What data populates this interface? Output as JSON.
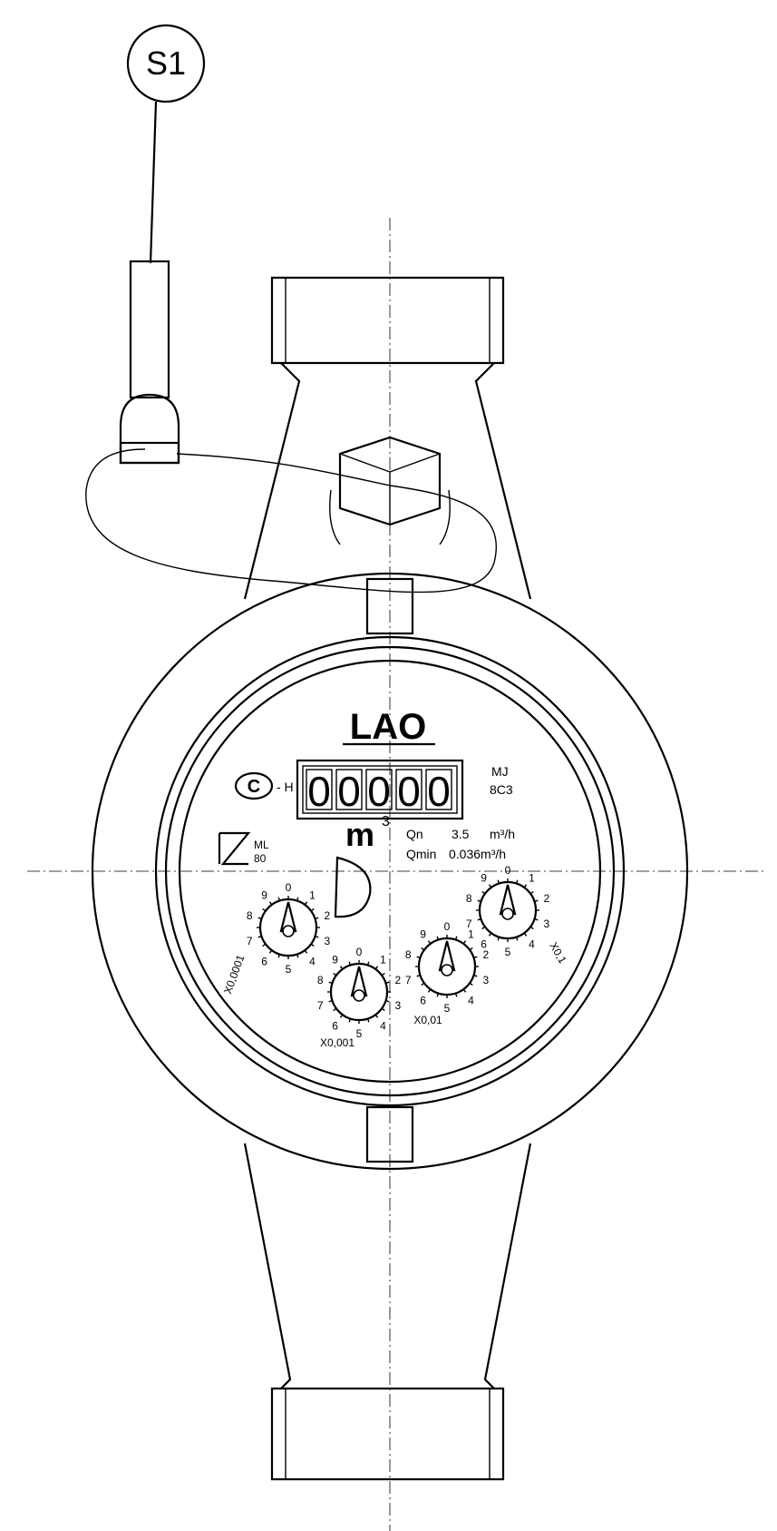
{
  "callout": {
    "label": "S1"
  },
  "meter": {
    "brand": "LAO",
    "counter_digits": [
      "0",
      "0",
      "0",
      "0",
      "0"
    ],
    "cert_mark": "C",
    "cert_suffix": "- H",
    "class_top": "MJ",
    "class_bottom": "8C3",
    "unit": "m",
    "unit_exp": "3",
    "qn_label": "Qn",
    "qn_value": "3.5",
    "qn_unit": "m³/h",
    "qmin_label": "Qmin",
    "qmin_value": "0.036m³/h",
    "approval_code_top": "ML",
    "approval_code_bottom": "80"
  },
  "dials": [
    {
      "id": "x0001",
      "multiplier": "X0,001",
      "numbers": [
        "0",
        "1",
        "2",
        "3",
        "4",
        "5",
        "6",
        "7",
        "8",
        "9"
      ]
    },
    {
      "id": "x001",
      "multiplier": "X0,01",
      "numbers": [
        "0",
        "1",
        "2",
        "3",
        "4",
        "5",
        "6",
        "7",
        "8",
        "9"
      ]
    },
    {
      "id": "x01",
      "multiplier": "X0,1",
      "numbers": [
        "0",
        "1",
        "2",
        "3",
        "4",
        "5",
        "6",
        "7",
        "8",
        "9"
      ]
    },
    {
      "id": "x00001",
      "multiplier": "X0,0001",
      "numbers": [
        "0",
        "1",
        "2",
        "3",
        "4",
        "5",
        "6",
        "7",
        "8",
        "9"
      ]
    }
  ]
}
